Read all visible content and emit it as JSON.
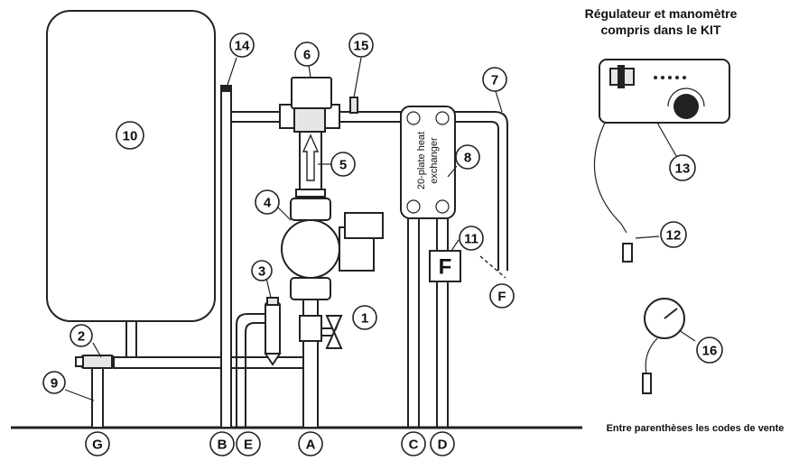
{
  "numbers": {
    "n1": "1",
    "n2": "2",
    "n3": "3",
    "n4": "4",
    "n5": "5",
    "n6": "6",
    "n7": "7",
    "n8": "8",
    "n9": "9",
    "n10": "10",
    "n11": "11",
    "n12": "12",
    "n13": "13",
    "n14": "14",
    "n15": "15",
    "n16": "16"
  },
  "letters": {
    "G": "G",
    "B": "B",
    "E": "E",
    "A": "A",
    "C": "C",
    "D": "D",
    "F": "F"
  },
  "heat_exchanger": {
    "line1": "20-plate heat",
    "line2": "exchanger"
  },
  "filter_symbol": "F",
  "kit_caption": {
    "line1": "Régulateur et manomètre",
    "line2": "compris dans le KIT"
  },
  "sales_codes_note": "Entre parenthèses les codes de vente"
}
